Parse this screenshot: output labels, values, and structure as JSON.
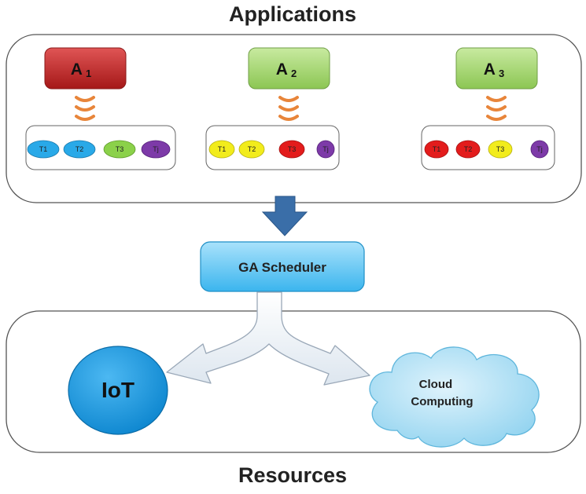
{
  "titles": {
    "applications": "Applications",
    "resources": "Resources"
  },
  "applications": [
    {
      "label": "A",
      "subscript": "1",
      "color": "#c62a2a",
      "tasks": [
        {
          "label": "T1",
          "color": "#29a9e8"
        },
        {
          "label": "T2",
          "color": "#29a9e8"
        },
        {
          "label": "T3",
          "color": "#8bd14a"
        },
        {
          "label": "Tj",
          "color": "#7d3aa8"
        }
      ]
    },
    {
      "label": "A",
      "subscript": "2",
      "color": "#9fd26a",
      "tasks": [
        {
          "label": "T1",
          "color": "#f2ec1c"
        },
        {
          "label": "T2",
          "color": "#f2ec1c"
        },
        {
          "label": "T3",
          "color": "#e31c1c"
        },
        {
          "label": "Tj",
          "color": "#7d3aa8"
        }
      ]
    },
    {
      "label": "A",
      "subscript": "3",
      "color": "#9fd26a",
      "tasks": [
        {
          "label": "T1",
          "color": "#e31c1c"
        },
        {
          "label": "T2",
          "color": "#e31c1c"
        },
        {
          "label": "T3",
          "color": "#f2ec1c"
        },
        {
          "label": "Tj",
          "color": "#7d3aa8"
        }
      ]
    }
  ],
  "scheduler": {
    "label": "GA Scheduler",
    "color": "#5cc6f2"
  },
  "resources": {
    "iot": {
      "label": "IoT",
      "color": "#1f9be0"
    },
    "cloud": {
      "line1": "Cloud",
      "line2": "Computing",
      "color": "#aee0f5"
    }
  },
  "colors": {
    "connector": "#e8853a",
    "down_arrow": "#3a6ea8",
    "split_arrow_fill": "#eef3f8",
    "split_arrow_stroke": "#9aa8b8"
  }
}
